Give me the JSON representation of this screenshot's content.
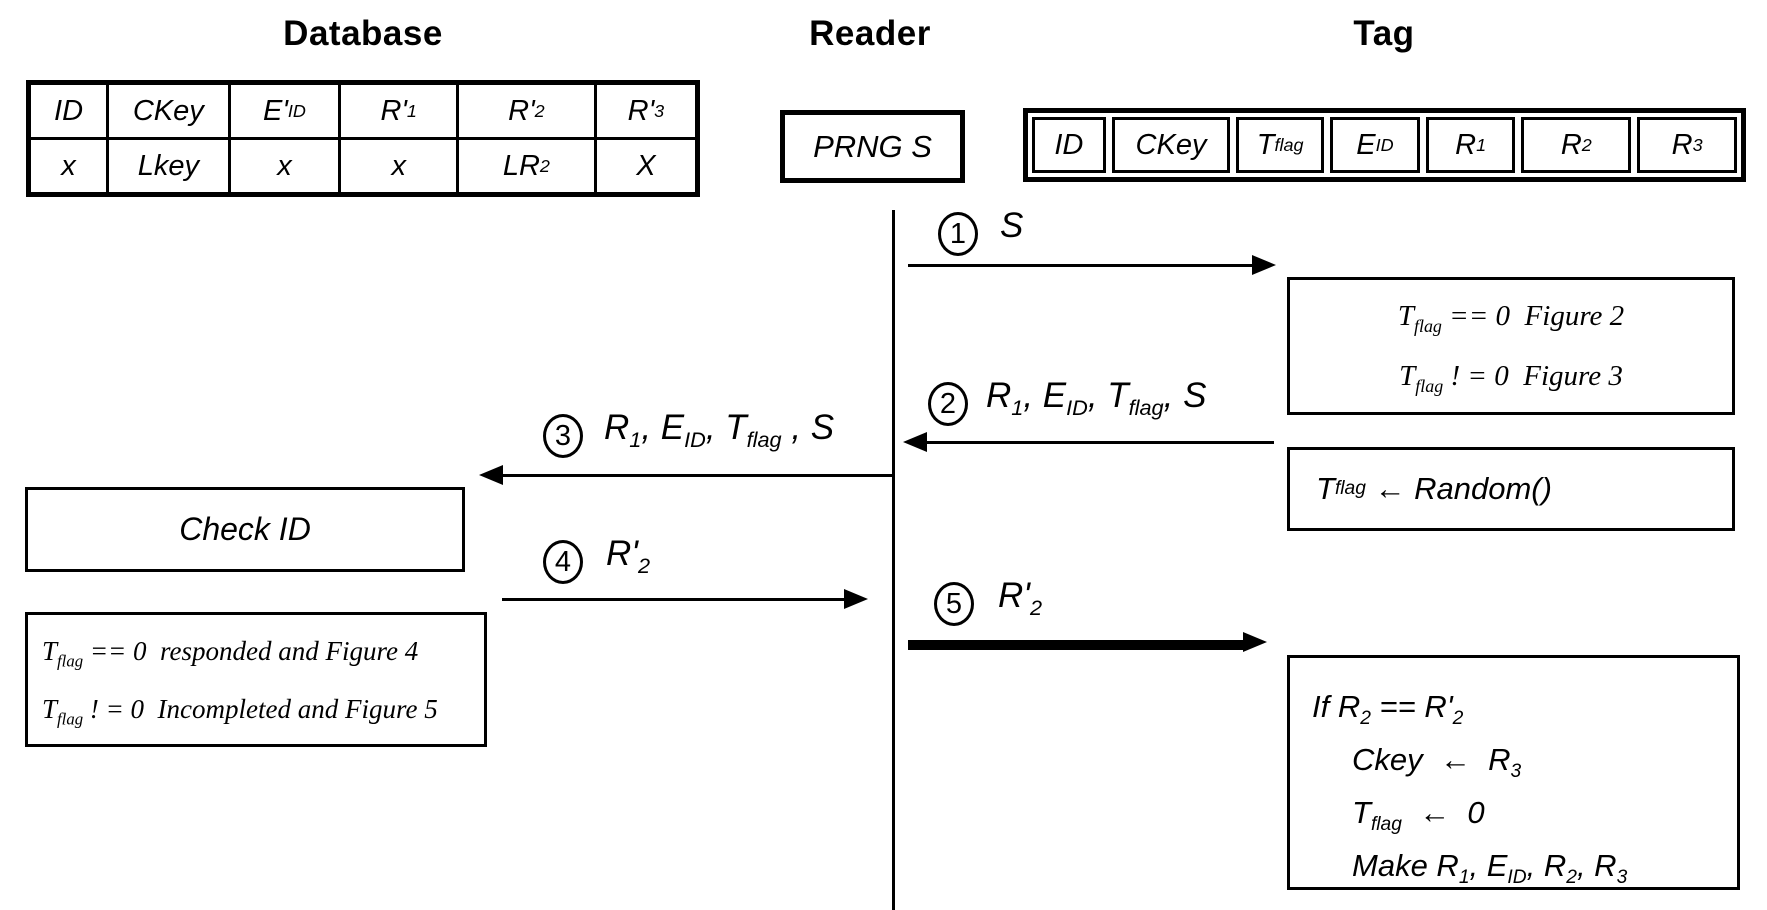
{
  "colors": {
    "ink": "#000000",
    "background": "#ffffff"
  },
  "database": {
    "title": "Database",
    "headers": [
      "ID",
      "CKey",
      "E'~ID~",
      "R'~1~",
      "R'~2~",
      "R'~3~"
    ],
    "row": [
      "x",
      "Lkey",
      "x",
      "x",
      "LR~2~",
      "X"
    ]
  },
  "reader": {
    "title": "Reader",
    "prng_label": "PRNG S"
  },
  "tag": {
    "title": "Tag",
    "cells": [
      "ID",
      "CKey",
      "T~flag~",
      "E~ID~",
      "R~1~",
      "R~2~",
      "R~3~"
    ]
  },
  "messages": {
    "m1": {
      "step": "1",
      "label": "S",
      "direction": "right"
    },
    "m2": {
      "step": "2",
      "label": "R~1~, E~ID~, T~flag~, S",
      "direction": "left"
    },
    "m3": {
      "step": "3",
      "label": "R~1~, E~ID~, T~flag~ , S",
      "direction": "left"
    },
    "m4": {
      "step": "4",
      "label": "R'~2~",
      "direction": "right"
    },
    "m5": {
      "step": "5",
      "label": "R'~2~",
      "direction": "right"
    }
  },
  "notes": {
    "tag_branch": {
      "line1": "T~flag~ == 0  Figure 2",
      "line2": "T~flag~ ! = 0  Figure 3"
    },
    "tag_random": "T~flag~ ← Random()",
    "db_check": "Check ID",
    "db_result": {
      "line1": "T~flag~ == 0  responded and Figure 4",
      "line2": "T~flag~ ! = 0  Incompleted and Figure 5"
    },
    "tag_update": {
      "line1": "If R~2~ == R'~2~",
      "line2": "Ckey  ←  R~3~",
      "line3": "T~flag~  ←  0",
      "line4": "Make R~1~, E~ID~, R~2~, R~3~"
    }
  }
}
